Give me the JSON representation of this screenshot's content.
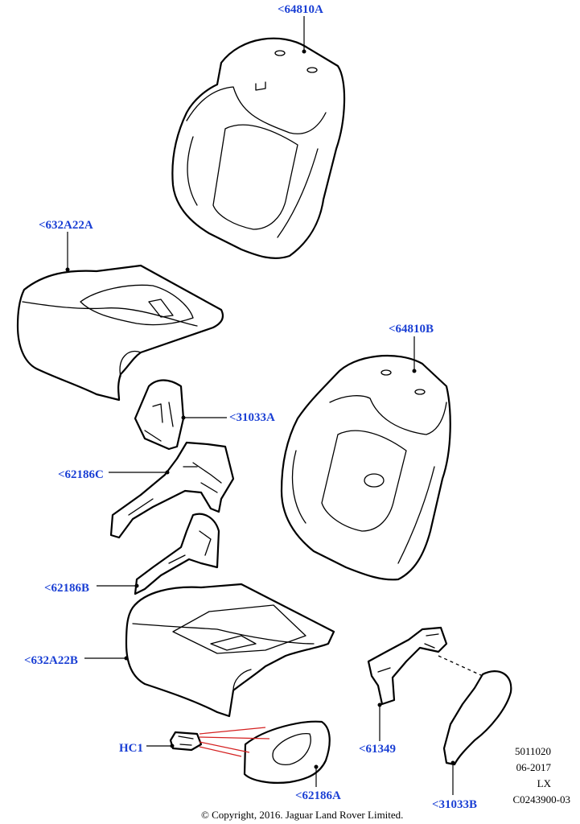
{
  "callouts": {
    "c64810A": "<64810A",
    "c632A22A": "<632A22A",
    "c64810B": "<64810B",
    "c31033A": "<31033A",
    "c62186C": "<62186C",
    "c62186B": "<62186B",
    "c632A22B": "<632A22B",
    "cHC1": "HC1",
    "c61349": "<61349",
    "c62186A": "<62186A",
    "c31033B": "<31033B"
  },
  "meta": {
    "code": "5011020",
    "date": "06-2017",
    "model": "LX",
    "ref": "C0243900-03"
  },
  "copyright": "© Copyright, 2016. Jaguar Land Rover Limited.",
  "colors": {
    "callout": "#1a3fd4",
    "hc1_leader": "#d42020"
  }
}
